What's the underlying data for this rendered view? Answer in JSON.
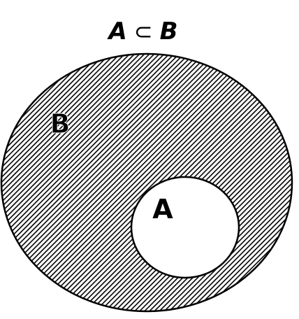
{
  "title": {
    "left": "A",
    "operator": "⊂",
    "right": "B"
  },
  "sets": {
    "outer": {
      "label": "B",
      "fill": "hatched",
      "label_color": "#000000"
    },
    "inner": {
      "label": "A",
      "fill": "#ffffff",
      "label_color": "#000000"
    }
  },
  "colors": {
    "stroke": "#000000",
    "hatch_line": "#000000",
    "hatch_bg": "#ffffff"
  }
}
